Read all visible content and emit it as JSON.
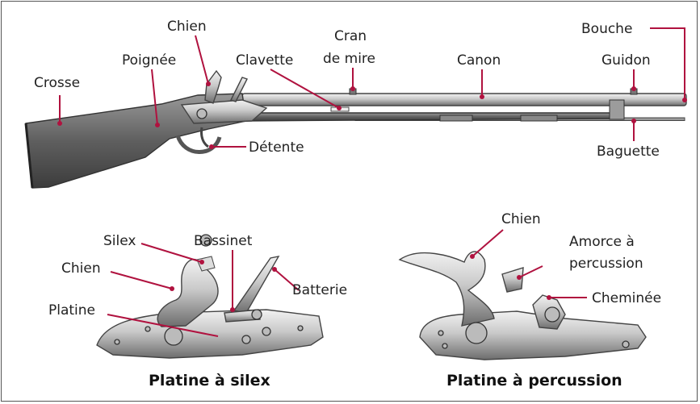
{
  "colors": {
    "leader": "#b0123f",
    "frame": "#555555",
    "metal_dark": "#6d6d6d",
    "metal_light": "#e8e8e8"
  },
  "musket": {
    "labels": {
      "crosse": "Crosse",
      "poignee": "Poignée",
      "chien": "Chien",
      "clavette": "Clavette",
      "cran_line1": "Cran",
      "cran_line2": "de mire",
      "canon": "Canon",
      "bouche": "Bouche",
      "guidon": "Guidon",
      "detente": "Détente",
      "baguette": "Baguette"
    }
  },
  "flintlock": {
    "caption": "Platine à silex",
    "labels": {
      "silex": "Silex",
      "bassinet": "Bassinet",
      "chien": "Chien",
      "batterie": "Batterie",
      "platine": "Platine"
    }
  },
  "percussion": {
    "caption": "Platine à percussion",
    "labels": {
      "chien": "Chien",
      "amorce_line1": "Amorce à",
      "amorce_line2": "percussion",
      "cheminee": "Cheminée"
    }
  }
}
